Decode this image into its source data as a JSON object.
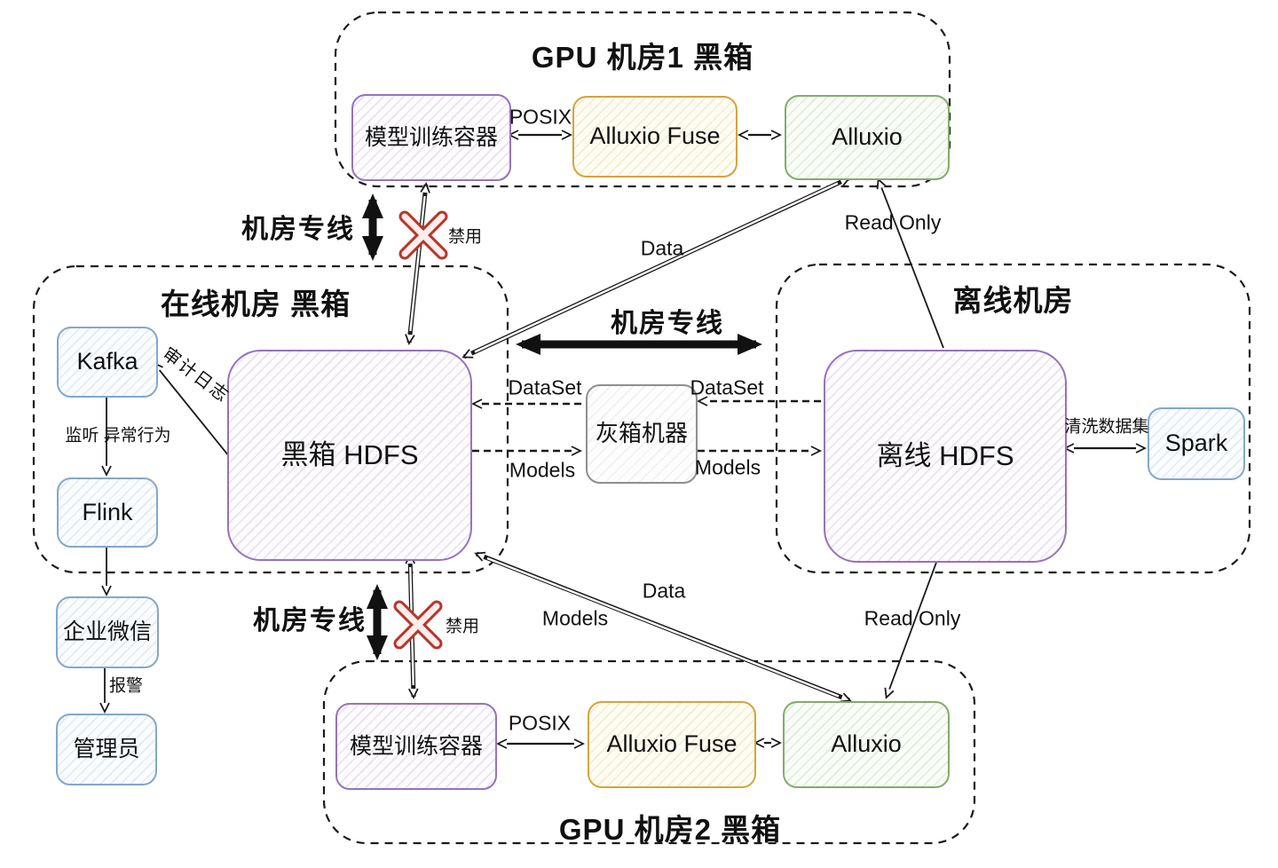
{
  "regions": {
    "gpu_room1": {
      "title": "GPU 机房1 黑箱"
    },
    "online_room": {
      "title": "在线机房 黑箱"
    },
    "offline_room": {
      "title": "离线机房"
    },
    "gpu_room2": {
      "title": "GPU 机房2 黑箱"
    }
  },
  "nodes": {
    "train1": "模型训练容器",
    "fuse1": "Alluxio Fuse",
    "alluxio1": "Alluxio",
    "kafka": "Kafka",
    "flink": "Flink",
    "hdfs_black": "黑箱 HDFS",
    "gray_box": "灰箱机器",
    "hdfs_offline": "离线 HDFS",
    "spark": "Spark",
    "wechat": "企业微信",
    "admin": "管理员",
    "train2": "模型训练容器",
    "fuse2": "Alluxio Fuse",
    "alluxio2": "Alluxio"
  },
  "edge_labels": {
    "posix1": "POSIX",
    "posix2": "POSIX",
    "data_top": "Data",
    "read_only_top": "Read Only",
    "data_bottom": "Data",
    "models_bottom": "Models",
    "read_only_bottom": "Read Only",
    "dataset_left": "DataSet",
    "dataset_right": "DataSet",
    "models_left": "Models",
    "models_right": "Models",
    "trunk_top": "机房专线",
    "trunk_mid": "机房专线",
    "trunk_bottom": "机房专线",
    "audit_log": "审计日志",
    "monitor": "监听 异常行为",
    "alert": "报警",
    "clean_dataset": "清洗数据集",
    "disabled_top": "禁用",
    "disabled_bottom": "禁用"
  },
  "colors": {
    "purple": "#9673b9",
    "yellow": "#d5a43c",
    "green": "#7fae68",
    "blue": "#84a7cd",
    "gray": "#8f8f8f",
    "red": "#b8352a",
    "ink": "#1a1a1a"
  }
}
